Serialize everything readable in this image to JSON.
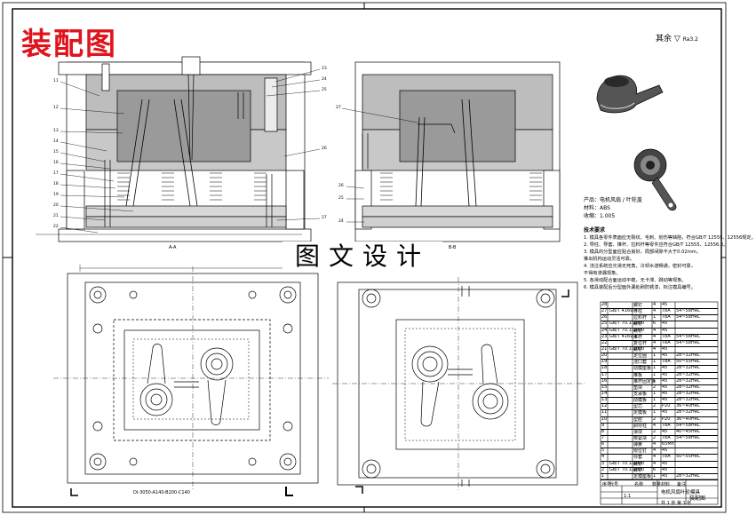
{
  "stamp_text": "装配图",
  "caption_text": "图文设计",
  "roughness_label": "其余",
  "roughness_value": "Ra3.2",
  "material_lines": [
    "产品：电机风扇 / 叶轮盖",
    "材料：ABS",
    "收缩：1.005"
  ],
  "section_labels": [
    "A-A",
    "B-B"
  ],
  "bottom_dim_text": "DI-3050-A140-B200-C140",
  "tech_notes_title": "技术要求",
  "tech_notes": [
    "1. 模具各零件表面应无裂纹、毛刺、划伤等缺陷，符合GB/T 12555、12556规定。",
    "2. 导柱、导套、推杆、拉料杆等零件应符合GB/T 12555、12556.2。",
    "3. 模具的分型面应贴合良好，局部间隙不大于0.02mm，",
    "   推出机构运动灵活可靠。",
    "4. 浇注系统应光滑无死角，冷却水道畅通，密封可靠，",
    "   不得有渗漏现象。",
    "5. 各滑动配合面运动平稳，无卡滞、跳动等现象。",
    "6. 模具装配后分型面外漏处刷防锈漆，标注模具编号。"
  ],
  "bom_rows": [
    [
      "28",
      "",
      "螺钉",
      "4",
      "45",
      ""
    ],
    [
      "27",
      "GB/T 4169.4",
      "导柱",
      "4",
      "T8A",
      "54~58HRC"
    ],
    [
      "26",
      "",
      "拉料杆",
      "1",
      "T8A",
      "54~58HRC"
    ],
    [
      "25",
      "GB/T 70.1-2000",
      "螺钉",
      "6",
      "45",
      ""
    ],
    [
      "24",
      "GB/T 70.1-2000",
      "螺钉",
      "4",
      "45",
      ""
    ],
    [
      "23",
      "GB/T 4169.1",
      "推杆",
      "4",
      "T8A",
      "54~58HRC"
    ],
    [
      "22",
      "",
      "复位杆",
      "4",
      "T8A",
      "54~58HRC"
    ],
    [
      "21",
      "GB/T 70.1-2000",
      "螺钉",
      "4",
      "45",
      ""
    ],
    [
      "20",
      "",
      "定位圈",
      "1",
      "45",
      "28~32HRC"
    ],
    [
      "19",
      "",
      "浇口套",
      "1",
      "T8A",
      "50~55HRC"
    ],
    [
      "18",
      "",
      "动模座板",
      "1",
      "45",
      "28~32HRC"
    ],
    [
      "17",
      "",
      "推板",
      "1",
      "45",
      "28~32HRC"
    ],
    [
      "16",
      "",
      "推杆固定板",
      "1",
      "45",
      "28~32HRC"
    ],
    [
      "15",
      "",
      "垫块",
      "2",
      "45",
      "28~32HRC"
    ],
    [
      "14",
      "",
      "支承板",
      "1",
      "45",
      "28~32HRC"
    ],
    [
      "13",
      "",
      "动模板",
      "1",
      "45",
      "28~32HRC"
    ],
    [
      "12",
      "",
      "型芯",
      "2",
      "P20",
      "36~40HRC"
    ],
    [
      "11",
      "",
      "定模板",
      "1",
      "45",
      "28~32HRC"
    ],
    [
      "10",
      "",
      "型腔",
      "2",
      "P20",
      "36~40HRC"
    ],
    [
      "9",
      "",
      "斜导柱",
      "4",
      "T8A",
      "54~58HRC"
    ],
    [
      "8",
      "",
      "滑块",
      "2",
      "45",
      "40~45HRC"
    ],
    [
      "7",
      "",
      "楔紧块",
      "2",
      "T8A",
      "54~58HRC"
    ],
    [
      "6",
      "",
      "弹簧",
      "4",
      "65Mn",
      ""
    ],
    [
      "5",
      "",
      "限位钉",
      "4",
      "45",
      ""
    ],
    [
      "4",
      "",
      "导套",
      "4",
      "T8A",
      "50~55HRC"
    ],
    [
      "3",
      "GB/T 70.1-2000",
      "螺钉",
      "4",
      "45",
      ""
    ],
    [
      "2",
      "GB/T 70.1-2000",
      "螺钉",
      "6",
      "45",
      ""
    ],
    [
      "1",
      "",
      "定模座板",
      "1",
      "45",
      "28~32HRC"
    ]
  ],
  "bom_header": [
    "序号",
    "代号",
    "名称",
    "数量",
    "材料",
    "备注"
  ],
  "title_block": {
    "design_title": "电机风扇叶轮模具",
    "drawing": "装配图",
    "scale": "1:1",
    "sheet": "共 1 张 第 1 张"
  }
}
